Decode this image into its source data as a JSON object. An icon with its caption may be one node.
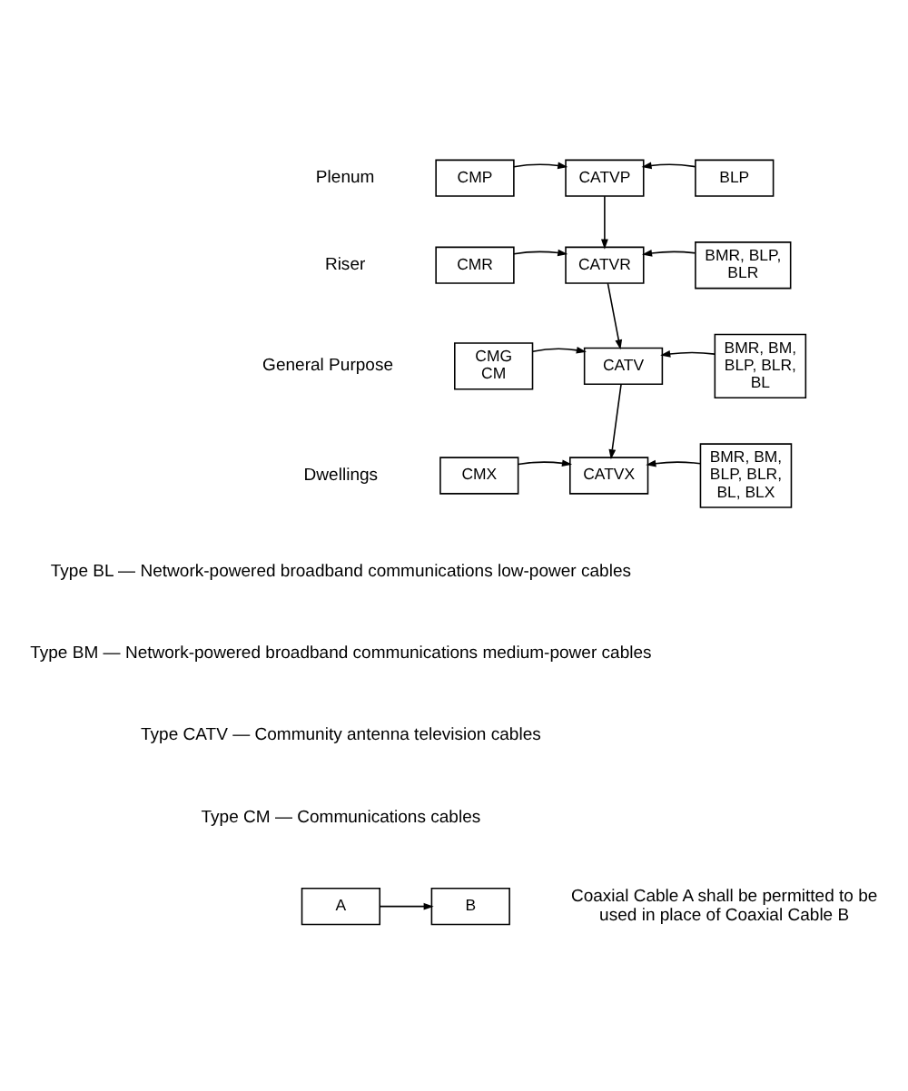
{
  "diagram": {
    "nodes": [
      {
        "text": [
          "CMP"
        ]
      },
      {
        "text": [
          "CATVP"
        ]
      },
      {
        "text": [
          "BLP"
        ]
      },
      {
        "text": [
          "CMR"
        ]
      },
      {
        "text": [
          "CATVR"
        ]
      },
      {
        "text": [
          "BMR, BLP, BLR"
        ]
      },
      {
        "text": [
          "CMG CM"
        ]
      },
      {
        "text": [
          "CATV"
        ]
      },
      {
        "text": [
          "BMR, BM, BLP, BLR, BL"
        ]
      },
      {
        "text": [
          "CMX"
        ]
      },
      {
        "text": [
          "CATVX"
        ]
      },
      {
        "text": [
          "BMR, BM, BLP, BLR, BL, BLX"
        ]
      },
      {
        "text": [
          "A"
        ]
      },
      {
        "text": [
          "B"
        ]
      }
    ],
    "edges": [
      {
        "from": 0,
        "to": 1,
        "arrow": "to"
      },
      {
        "from": 2,
        "to": 1,
        "arrow": "to"
      },
      {
        "from": 1,
        "to": 4,
        "arrow": "to"
      },
      {
        "from": 3,
        "to": 4,
        "arrow": "to"
      },
      {
        "from": 5,
        "to": 4,
        "arrow": "to"
      },
      {
        "from": 4,
        "to": 7,
        "arrow": "to"
      },
      {
        "from": 6,
        "to": 7,
        "arrow": "to"
      },
      {
        "from": 8,
        "to": 7,
        "arrow": "to"
      },
      {
        "from": 7,
        "to": 10,
        "arrow": "to"
      },
      {
        "from": 9,
        "to": 10,
        "arrow": "to"
      },
      {
        "from": 11,
        "to": 10,
        "arrow": "to"
      },
      {
        "from": 12,
        "to": 13,
        "arrow": "to"
      }
    ],
    "labels": [
      "Plenum",
      "Riser",
      "General Purpose",
      "Dwellings",
      "Type BL — Network-powered broadband communications low-power cables",
      "Type BM — Network-powered broadband communications medium-power cables",
      "Type CATV — Community antenna television cables",
      "Type CM — Communications cables",
      "Coaxial Cable A shall be permitted to be used in place of Coaxial Cable B"
    ]
  }
}
